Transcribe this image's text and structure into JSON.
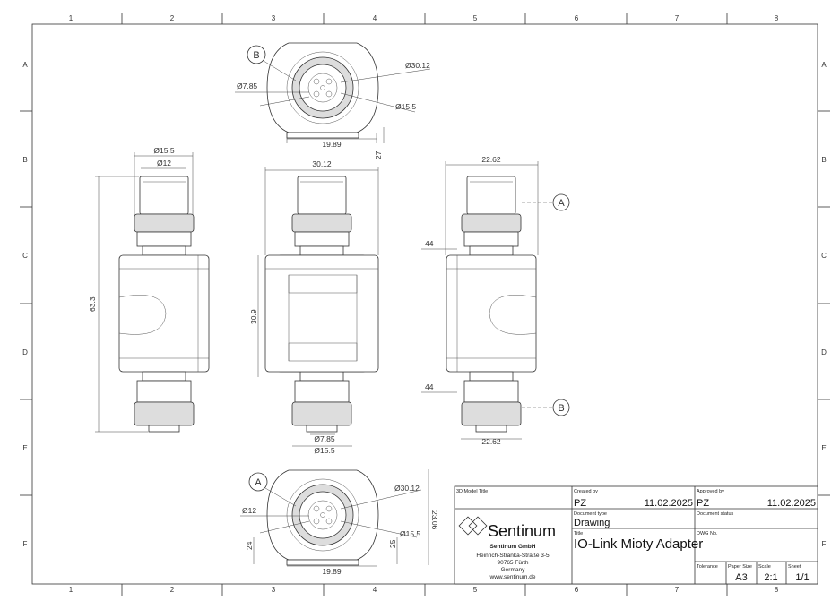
{
  "border": {
    "columns": [
      "1",
      "2",
      "3",
      "4",
      "5",
      "6",
      "7",
      "8"
    ],
    "rows": [
      "A",
      "B",
      "C",
      "D",
      "E",
      "F"
    ]
  },
  "dimensions": {
    "top_view": {
      "d_outer": "Ø30.12",
      "d_pin": "Ø7.85",
      "d_mid": "Ø15.5",
      "width": "19.89",
      "offset": "27",
      "callout": "B"
    },
    "left_view": {
      "d_outer": "Ø15.5",
      "d_inner": "Ø12",
      "height": "63.3"
    },
    "front_view": {
      "width": "30.12",
      "height": "30.9",
      "d_pin": "Ø7.85",
      "d_mid": "Ø15.5"
    },
    "right_view": {
      "width_top": "22.62",
      "offset_top": "44",
      "offset_bottom": "44",
      "width_bottom": "22.62",
      "callout_a": "A",
      "callout_b": "B"
    },
    "bottom_view": {
      "d_outer": "Ø30.12",
      "d_inner": "Ø12",
      "d_mid": "Ø15.5",
      "height": "23.06",
      "left": "24",
      "right": "25",
      "width": "19.89",
      "callout": "A"
    }
  },
  "title_block": {
    "model_title_label": "3D Model Title",
    "created_by_label": "Created by",
    "created_by": "PZ",
    "created_date": "11.02.2025",
    "approved_by_label": "Approved by",
    "approved_by": "PZ",
    "approved_date": "11.02.2025",
    "company_logo": "Sentinum",
    "company_name": "Sentinum GmbH",
    "address_street": "Heinrich-Stranka-Straße 3-5",
    "address_city": "90765 Fürth",
    "address_country": "Germany",
    "website": "www.sentinum.de",
    "doc_type_label": "Document type",
    "doc_type": "Drawing",
    "doc_status_label": "Document status",
    "title_label": "Title",
    "title": "IO-Link Mioty Adapter",
    "dwg_no_label": "DWG No.",
    "tolerance_label": "Tolerance",
    "paper_size_label": "Paper Size",
    "paper_size": "A3",
    "scale_label": "Scale",
    "scale": "2:1",
    "sheet_label": "Sheet",
    "sheet": "1/1"
  }
}
